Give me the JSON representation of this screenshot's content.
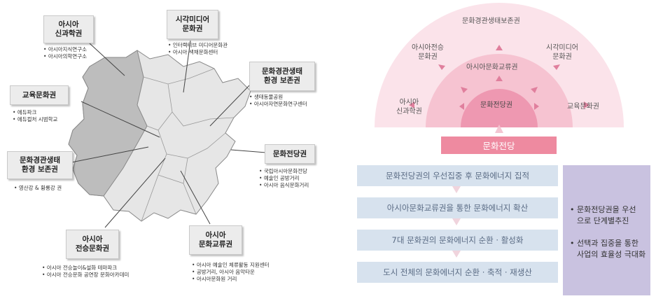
{
  "left_map": {
    "zones": [
      {
        "title_lines": [
          "아시아",
          "신과학권"
        ],
        "bullets": [
          "아시아지식연구소",
          "아시아의학연구소"
        ]
      },
      {
        "title_lines": [
          "시각미디어",
          "문화권"
        ],
        "bullets": [
          "인터랙티브 미디어문화관",
          "아시아 색채문화센터"
        ]
      },
      {
        "title_lines": [
          "문화경관생태",
          "환경 보존권"
        ],
        "bullets": [
          "생태동물공원",
          "아시아자연문화연구센터"
        ]
      },
      {
        "title_lines": [
          "교육문화권"
        ],
        "bullets": [
          "에듀파크",
          "에듀컬처 시범학교"
        ]
      },
      {
        "title_lines": [
          "문화경관생태",
          "환경 보존권"
        ],
        "bullets": [
          "영산강 & 황룡강 권"
        ]
      },
      {
        "title_lines": [
          "문화전당권"
        ],
        "bullets": [
          "국립아시아문화전당",
          "예술인 공방거리",
          "아시아 음식문화거리"
        ]
      },
      {
        "title_lines": [
          "아시아",
          "전승문화권"
        ],
        "bullets": [
          "아시아 전승놀이&설화 테마파크",
          "아시아 전승문화 공연장 문화아카데미"
        ]
      },
      {
        "title_lines": [
          "아시아",
          "문화교류권"
        ],
        "bullets": [
          "아시아 예술인 체류활동 지원센터",
          "공방거리, 아시아 음악타운",
          "아시아문화원 거리"
        ]
      }
    ]
  },
  "right_diagram": {
    "outer_labels": {
      "top": "문화경관생태보존권",
      "upper_left": [
        "아시아전승",
        "문화권"
      ],
      "upper_right": [
        "시각미디어",
        "문화권"
      ],
      "left": [
        "아시아",
        "신과학권"
      ],
      "right": "교육문화권"
    },
    "middle_label": "아시아문화교류권",
    "inner_label": "문화전당권",
    "center_bar": "문화전당",
    "steps": [
      "문화전당권의 우선집중 후 문화에너지 집적",
      "아시아문화교류권을 통한 문화에너지 확산",
      "7대 문화권의 문화에너지 순환 · 활성화",
      "도시 전체의 문화에너지 순환 · 축적 · 재생산"
    ],
    "side_notes": [
      [
        "문화전당권을 우선",
        "으로 단계별추진"
      ],
      [
        "선택과 집중을 통한",
        "사업의 효율성 극대화"
      ]
    ],
    "colors": {
      "outer_ring": "#fbe3ea",
      "middle_ring": "#f6c3d1",
      "inner_ring": "#ee98b1",
      "center_bar": "#ee8aa0",
      "step_fill": "#d7e2ee",
      "side_panel": "#c9c2e0"
    }
  }
}
